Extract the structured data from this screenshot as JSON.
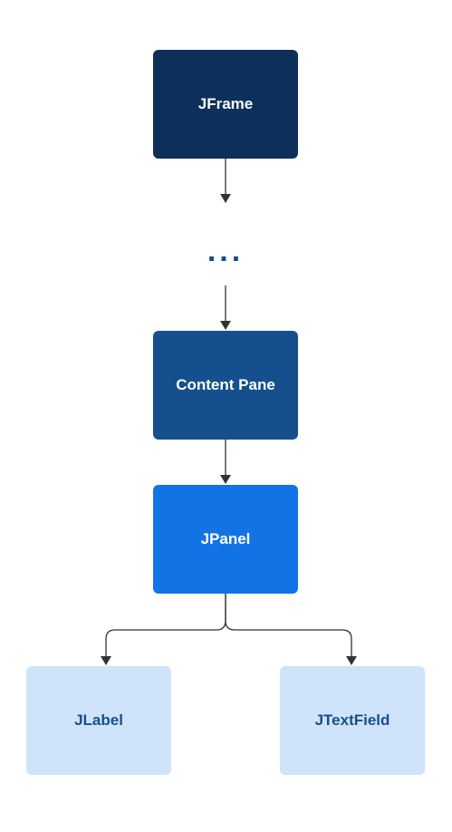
{
  "nodes": {
    "jframe": "JFrame",
    "ellipsis": "...",
    "content_pane": "Content Pane",
    "jpanel": "JPanel",
    "jlabel": "JLabel",
    "jtextfield": "JTextField"
  },
  "colors": {
    "jframe_fill": "#0c305a",
    "content_pane_fill": "#164f8e",
    "jpanel_fill": "#1273e5",
    "leaf_fill": "#cfe3fb",
    "leaf_text": "#164f8e",
    "connector": "#333333"
  }
}
